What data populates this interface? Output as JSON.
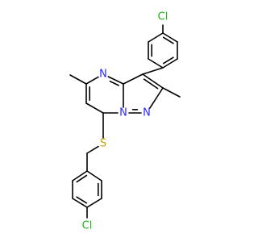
{
  "molecule": {
    "colors": {
      "bond": "#000000",
      "N": "#2828ff",
      "S": "#c8a000",
      "Cl": "#1db41d"
    },
    "labels": {
      "cl_top": "Cl",
      "cl_bottom": "Cl",
      "n_pyrimidine": "N",
      "n_bridge": "N",
      "n_pyrazole": "N",
      "s_thioether": "S"
    }
  }
}
